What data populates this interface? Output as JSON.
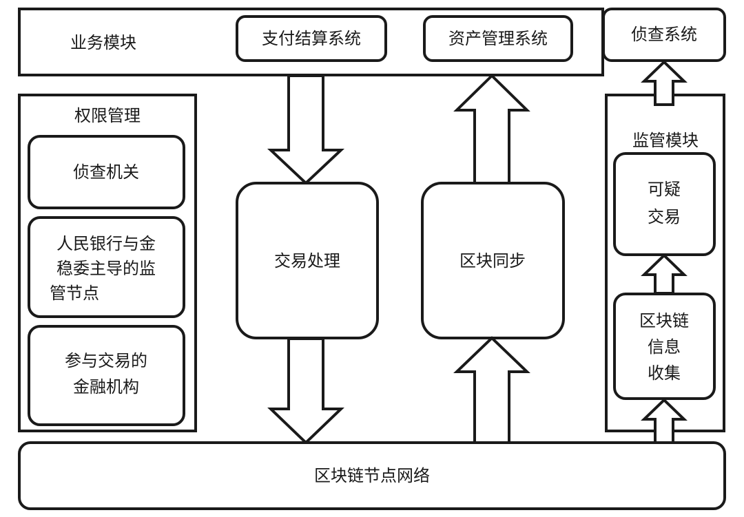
{
  "business": {
    "label": "业务模块",
    "payment": "支付结算系统",
    "asset": "资产管理系统"
  },
  "investigation_system": "侦查系统",
  "permission": {
    "title": "权限管理",
    "items": [
      [
        "侦查机关"
      ],
      [
        "人民银行与金",
        "稳委主导的监",
        "管节点"
      ],
      [
        "参与交易的",
        "金融机构"
      ]
    ]
  },
  "transaction_processing": "交易处理",
  "block_sync": "区块同步",
  "supervision": {
    "title": "监管模块",
    "suspicious": [
      "可疑",
      "交易"
    ],
    "collect": [
      "区块链",
      "信息",
      "收集"
    ]
  },
  "network": "区块链节点网络"
}
